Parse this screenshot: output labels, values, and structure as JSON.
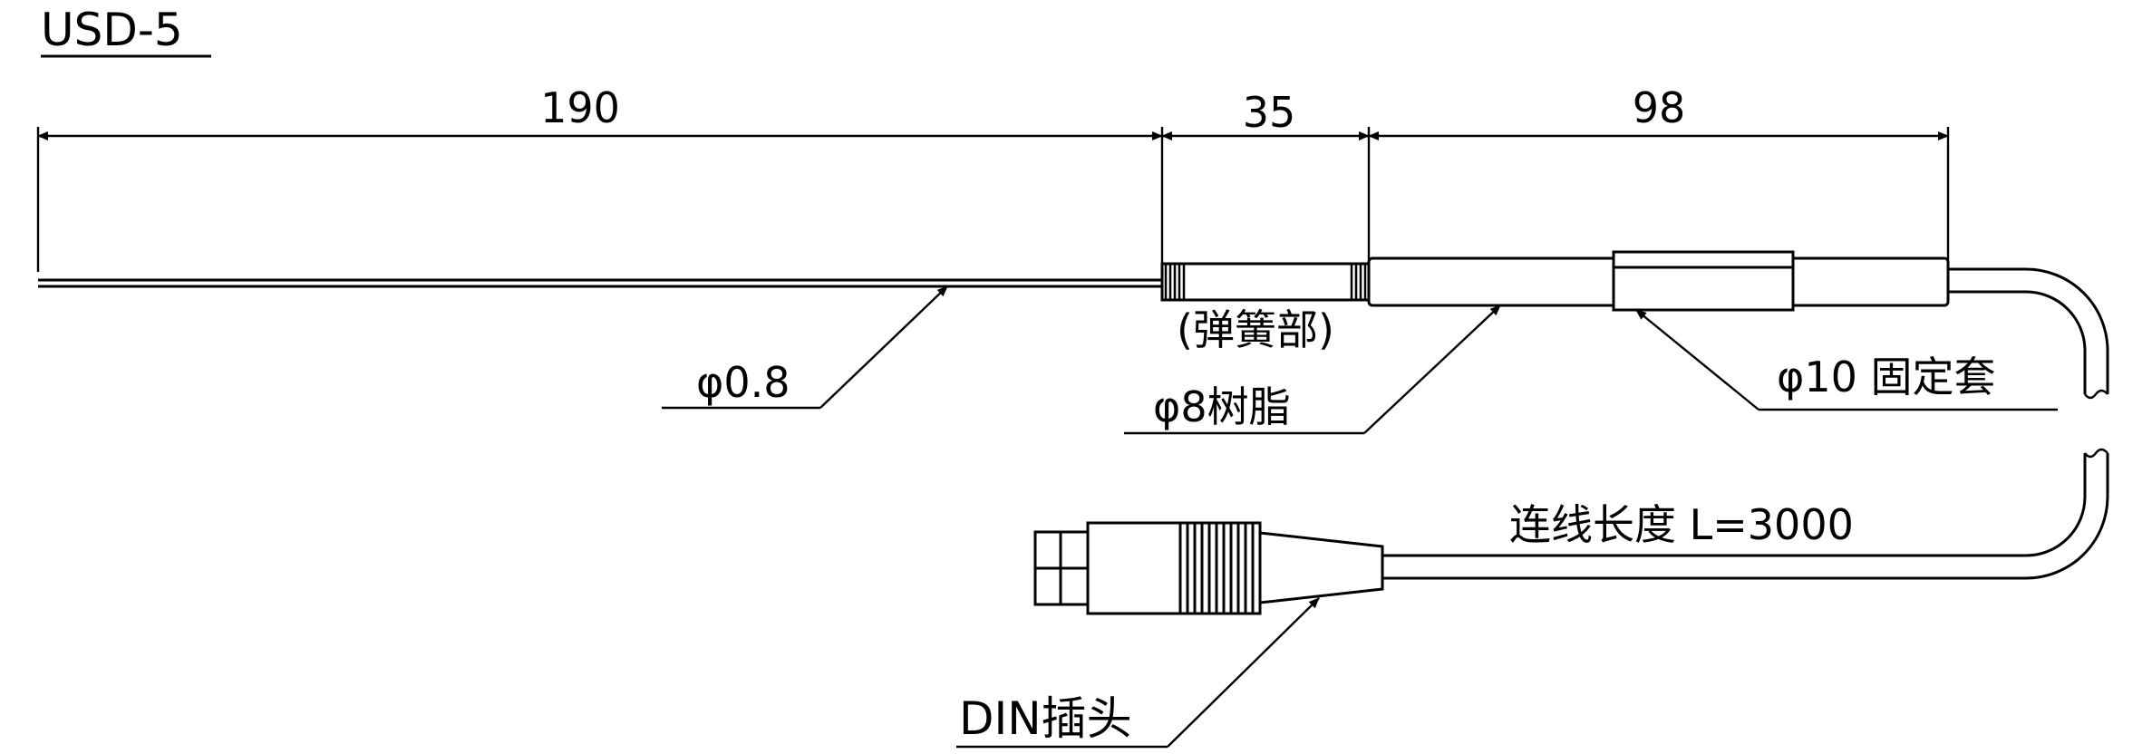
{
  "diagram": {
    "title": "USD-5",
    "dimensions": {
      "probe_length": "190",
      "spring_length": "35",
      "resin_length": "98"
    },
    "labels": {
      "probe_diameter": "φ0.8",
      "spring_section": "(弹簧部)",
      "resin_diameter": "φ8树脂",
      "sleeve": "φ10 固定套",
      "cable_length": "连线长度 L=3000",
      "connector": "DIN插头"
    }
  }
}
